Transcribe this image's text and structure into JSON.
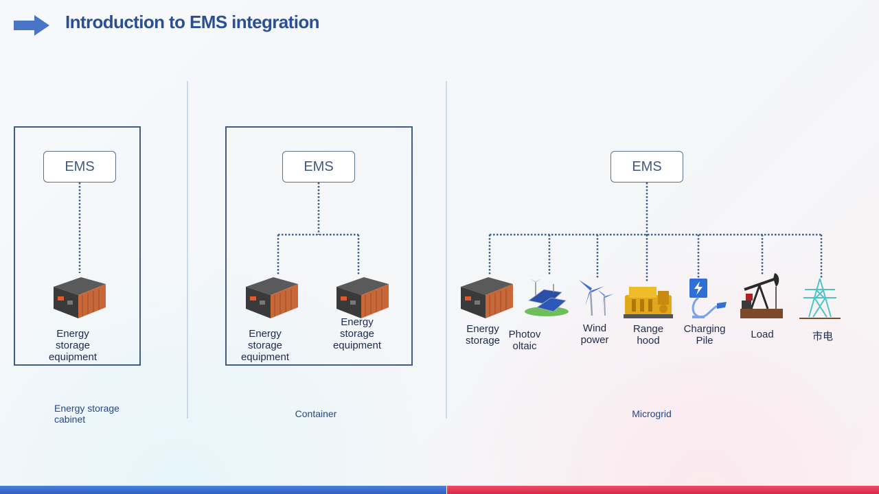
{
  "slide": {
    "title": "Introduction to EMS integration"
  },
  "sections": [
    {
      "caption": "Energy storage\ncabinet",
      "ems": "EMS",
      "devices": [
        "Energy\nstorage\nequipment"
      ]
    },
    {
      "caption": "Container",
      "ems": "EMS",
      "devices": [
        "Energy\nstorage\nequipment",
        "Energy\nstorage\nequipment"
      ]
    },
    {
      "caption": "Microgrid",
      "ems": "EMS",
      "devices": [
        "Energy\nstorage",
        "Photov\noltaic",
        "Wind\npower",
        "Range\nhood",
        "Charging\nPile",
        "Load",
        "市电"
      ]
    }
  ],
  "icons": [
    "battery-icon",
    "solar-panel-icon",
    "wind-turbine-icon",
    "generator-icon",
    "charging-pile-icon",
    "oil-pump-icon",
    "power-tower-icon"
  ],
  "colors": {
    "title": "#2a4f92",
    "frame": "#3e5c86",
    "connector": "#3d5f8f",
    "bar_left": "#2f5fc4",
    "bar_right": "#d72a4a"
  }
}
